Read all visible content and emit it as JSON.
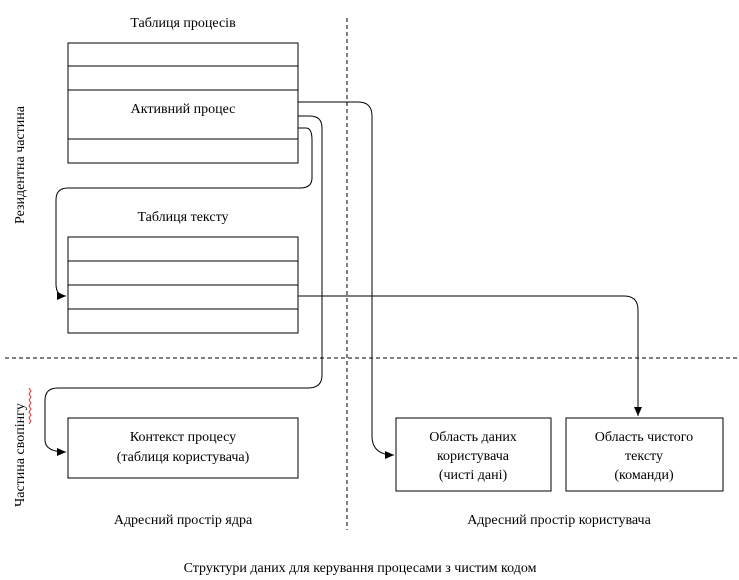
{
  "process_table": {
    "title": "Таблиця процесів",
    "active_row": "Активний процес"
  },
  "text_table": {
    "title": "Таблиця тексту"
  },
  "boxes": {
    "context": {
      "line1": "Контекст процесу",
      "line2": "(таблиця користувача)"
    },
    "data_area": {
      "line1": "Область даних",
      "line2": "користувача",
      "line3": "(чисті дані)"
    },
    "text_area": {
      "line1": "Область чистого",
      "line2": "тексту",
      "line3": "(команди)"
    }
  },
  "side_labels": {
    "resident": "Резидентна частина",
    "swap_prefix": "Частина ",
    "swap_word": "свопінгу"
  },
  "space_labels": {
    "kernel": "Адресний простір ядра",
    "user": "Адресний простір користувача"
  },
  "caption": "Структури даних для керування процесами з чистим кодом",
  "colors": {
    "line": "#000000",
    "spellcheck": "#e03030"
  }
}
